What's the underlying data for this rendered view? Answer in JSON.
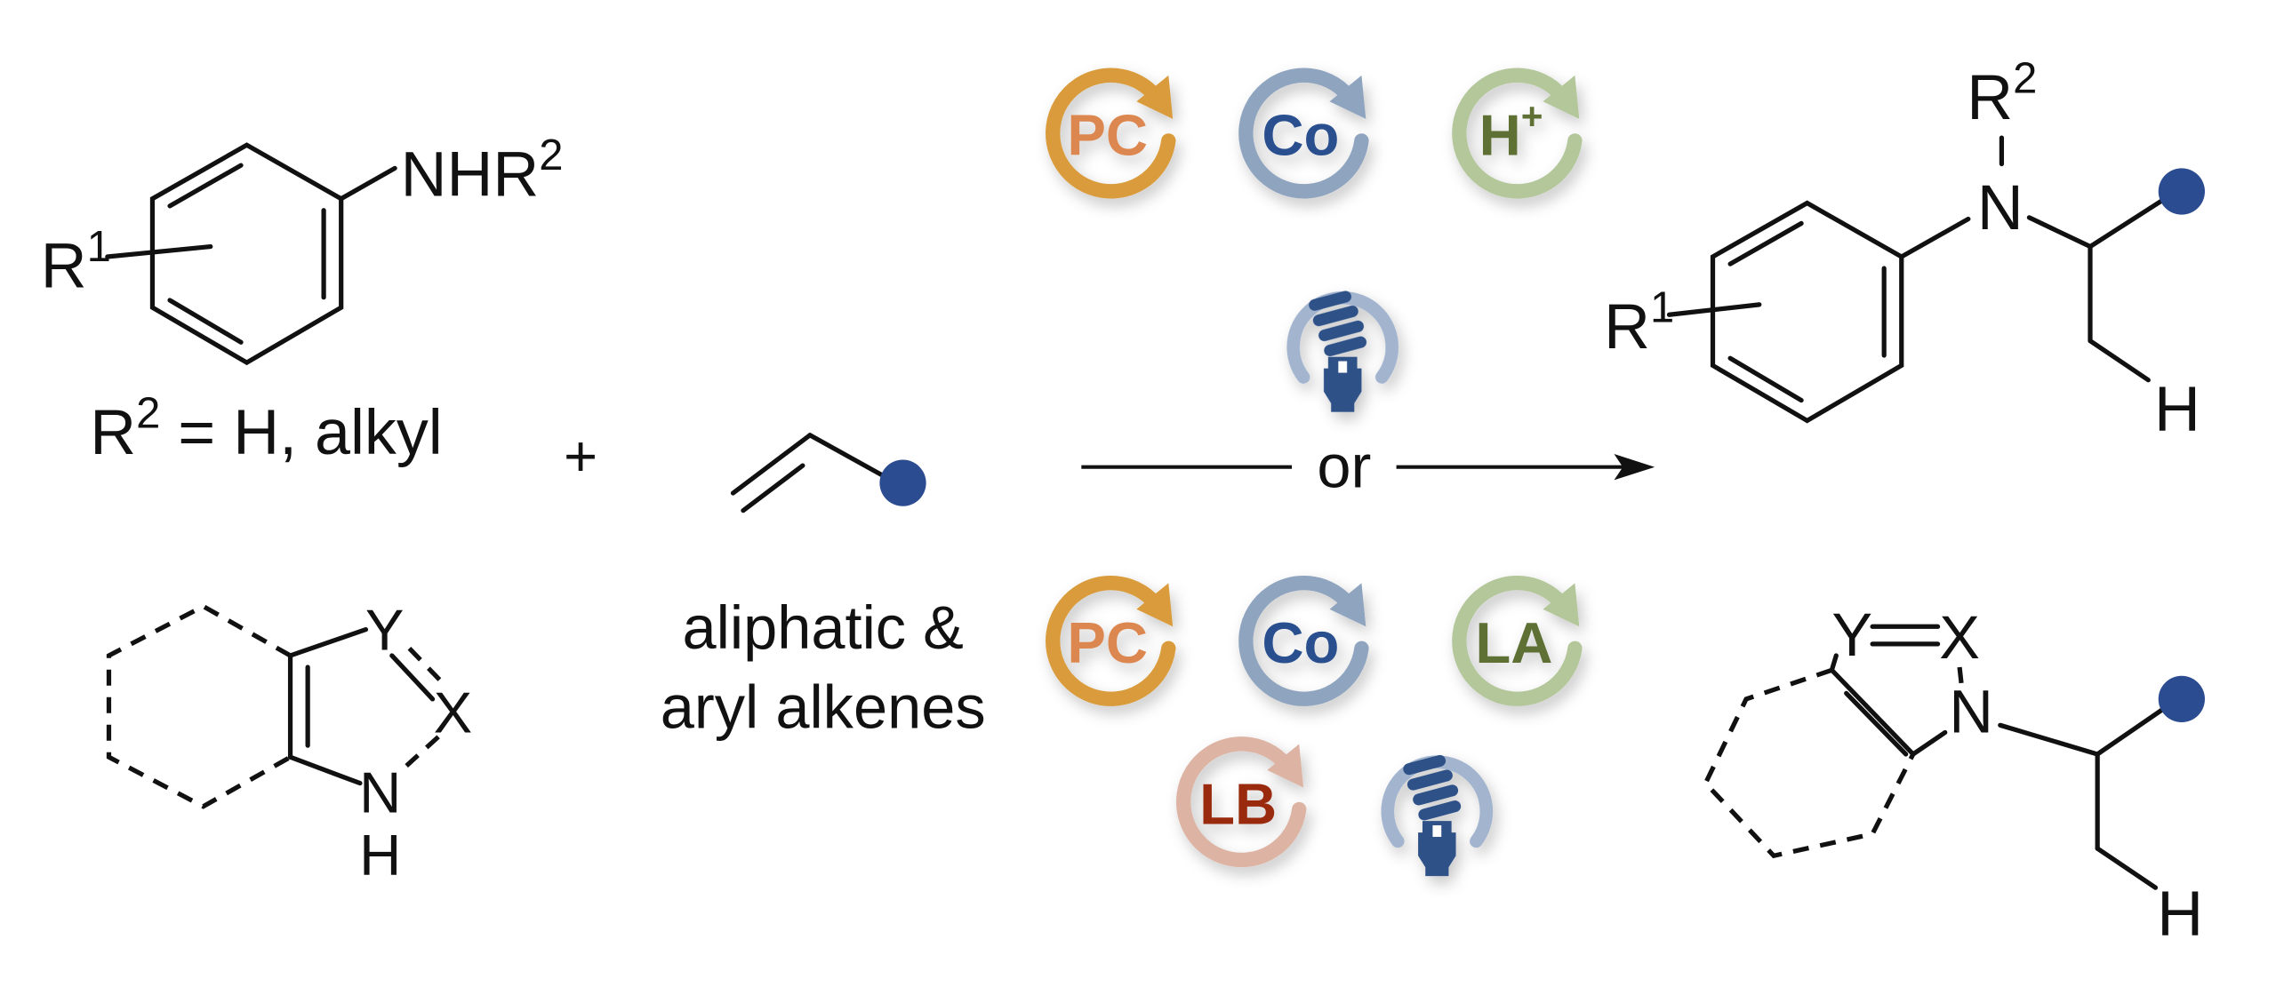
{
  "reactant_amine": {
    "substituent": "R",
    "substituent_sup": "1",
    "group": "NHR",
    "group_sup": "2",
    "definition": "R",
    "definition_sup": "2",
    "definition_rest": " = H, alkyl"
  },
  "reactant_heterocycle": {
    "y": "Y",
    "x": "X",
    "n": "N",
    "h": "H"
  },
  "plus": "+",
  "alkene": {
    "line1": "aliphatic &",
    "line2": "aryl alkenes"
  },
  "arrow_label": "or",
  "conditions_top": {
    "cycles": [
      "PC",
      "Co",
      "H"
    ],
    "h_sup": "+",
    "light": "light-bulb-icon"
  },
  "conditions_bottom": {
    "cycles": [
      "PC",
      "Co",
      "LA",
      "LB"
    ],
    "light": "light-bulb-icon"
  },
  "product_amine": {
    "r2": "R",
    "r2_sup": "2",
    "n": "N",
    "r1": "R",
    "r1_sup": "1",
    "h": "H"
  },
  "product_heterocycle": {
    "y": "Y",
    "x": "X",
    "n": "N",
    "h": "H"
  },
  "colors": {
    "pc_ring": "#d99b3a",
    "pc_text": "#dc8750",
    "co_ring": "#8fa4bf",
    "co_text": "#2a4f8f",
    "h_ring": "#b3c79a",
    "h_text": "#5e7035",
    "lb_ring": "#ddb3a3",
    "lb_text": "#9a2a10",
    "dot": "#2b4c91",
    "bulb": "#2e5187",
    "bulb_ring": "#a3b4cf"
  }
}
